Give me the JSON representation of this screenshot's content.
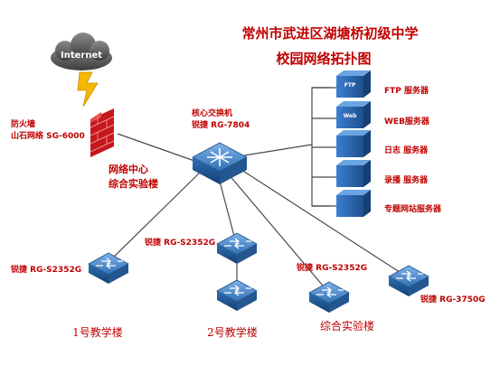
{
  "title": {
    "line1": "常州市武进区湖塘桥初级中学",
    "line2": "校园网络拓扑图"
  },
  "internet": {
    "label": "Internet"
  },
  "firewall": {
    "line1": "防火墙",
    "line2": "山石网络 SG-6000"
  },
  "core": {
    "line1": "核心交换机",
    "line2": "锐捷 RG-7804"
  },
  "center": {
    "line1": "网络中心",
    "line2": "综合实验楼"
  },
  "servers": [
    {
      "label": "FTP 服务器",
      "icon_text": "FTP"
    },
    {
      "label": "WEB服务器",
      "icon_text": "Web"
    },
    {
      "label": "日志 服务器",
      "icon_text": ""
    },
    {
      "label": "录播 服务器",
      "icon_text": ""
    },
    {
      "label": "专题网站服务器",
      "icon_text": ""
    }
  ],
  "switches": {
    "s1": "锐捷 RG-S2352G",
    "s2": "锐捷 RG-S2352G",
    "s3": "锐捷 RG-S2352G",
    "s4": "锐捷 RG-3750G"
  },
  "buildings": {
    "b1": "1号教学楼",
    "b2": "2号教学楼",
    "b3": "综合实验楼"
  },
  "colors": {
    "label": "#c00000",
    "device": "#2f6fb3",
    "device_dark": "#1d4f8c",
    "firewall": "#c8161d",
    "lightning": "#f5b800"
  }
}
